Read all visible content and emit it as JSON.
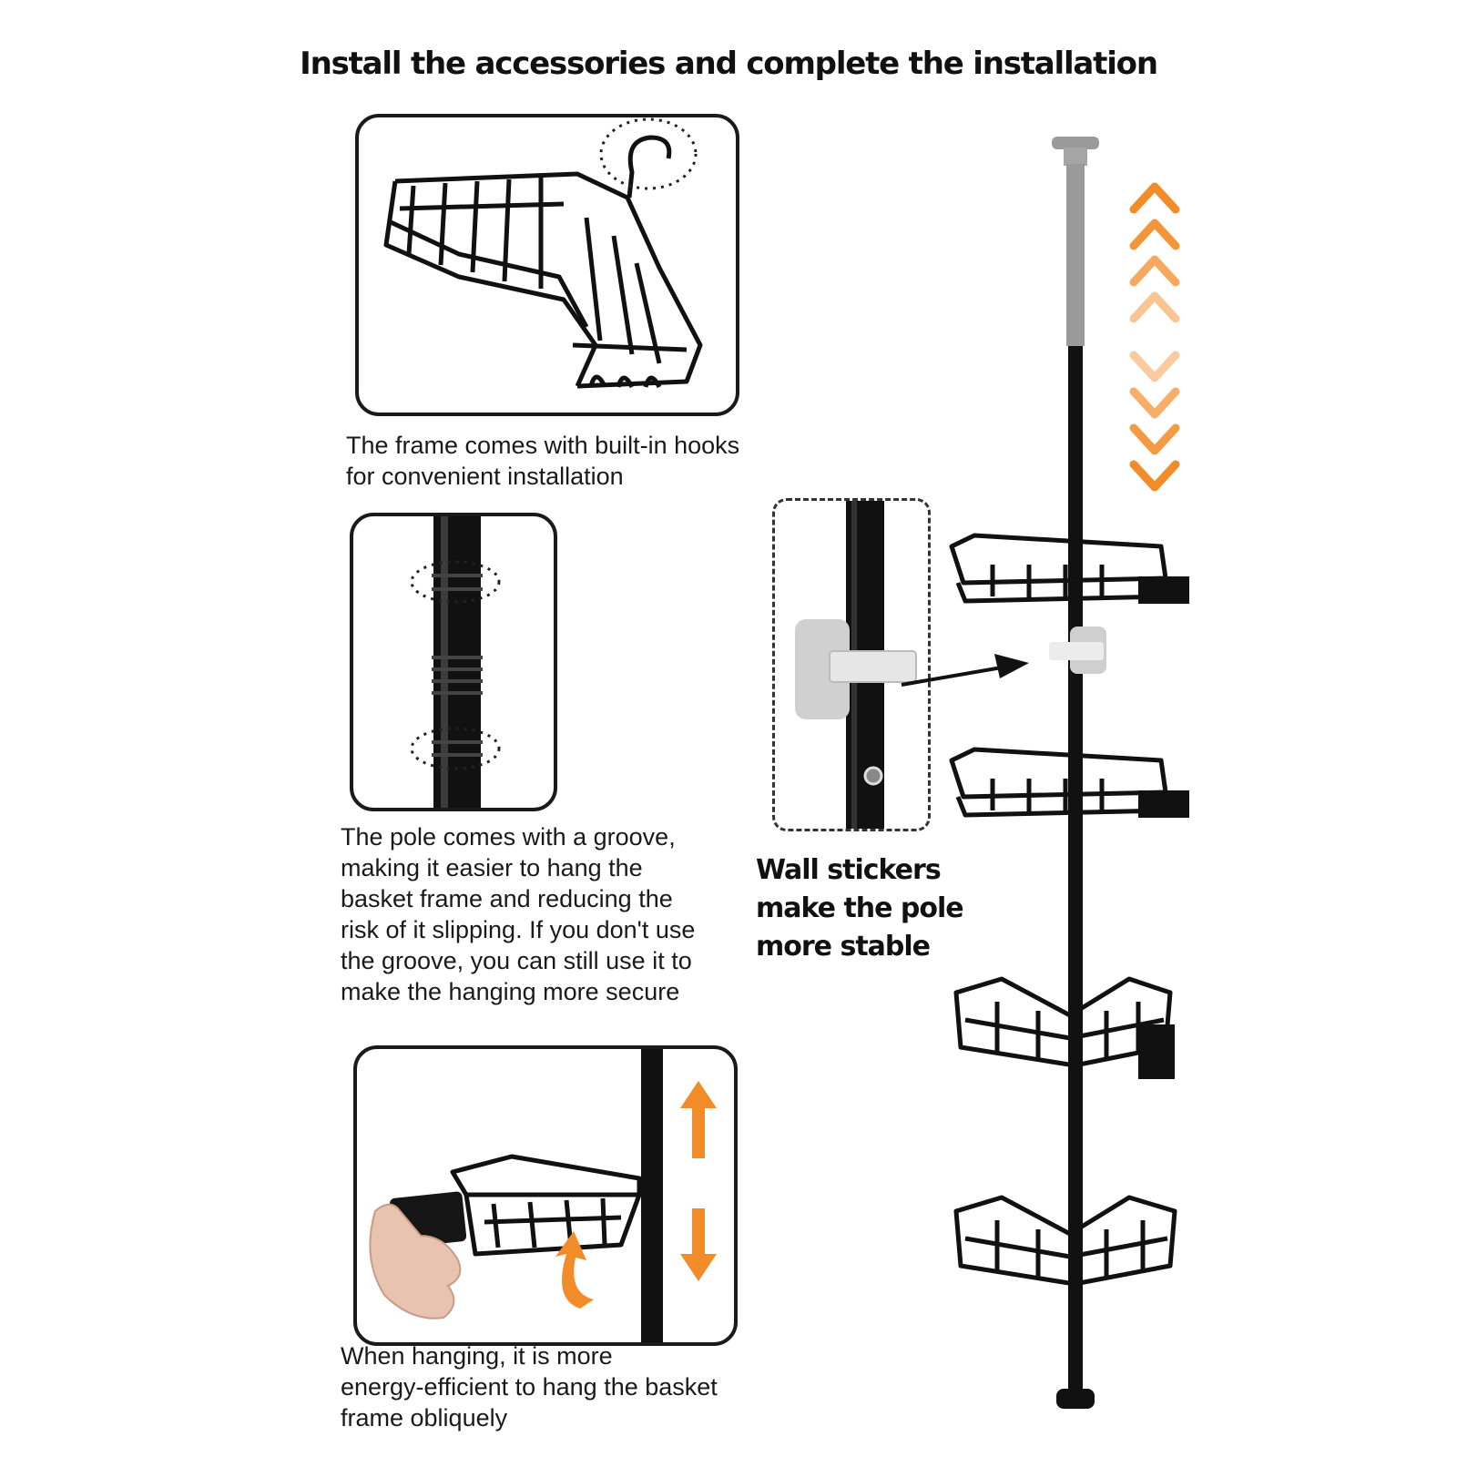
{
  "title": "Install the accessories and complete the installation",
  "captions": {
    "hooks": "The frame comes with built-in hooks\nfor convenient installation",
    "groove": "The pole comes with a groove,\nmaking it easier to hang the\nbasket frame and reducing the\nrisk of it slipping. If you don't use\nthe groove, you can still use it to\nmake the hanging more secure",
    "hanging": "When hanging, it is more\nenergy-efficient to hang the basket\nframe obliquely",
    "wall_stickers": "Wall stickers\nmake the pole\n more stable"
  },
  "colors": {
    "accent": "#F28C28",
    "pole": "#111111",
    "pole_top": "#9a9a9a",
    "outline": "#1a1a1a"
  },
  "icons": {
    "up_down_chevrons": "double-chevron-up-down-icon",
    "pointer_arrow": "arrow-right-icon"
  }
}
